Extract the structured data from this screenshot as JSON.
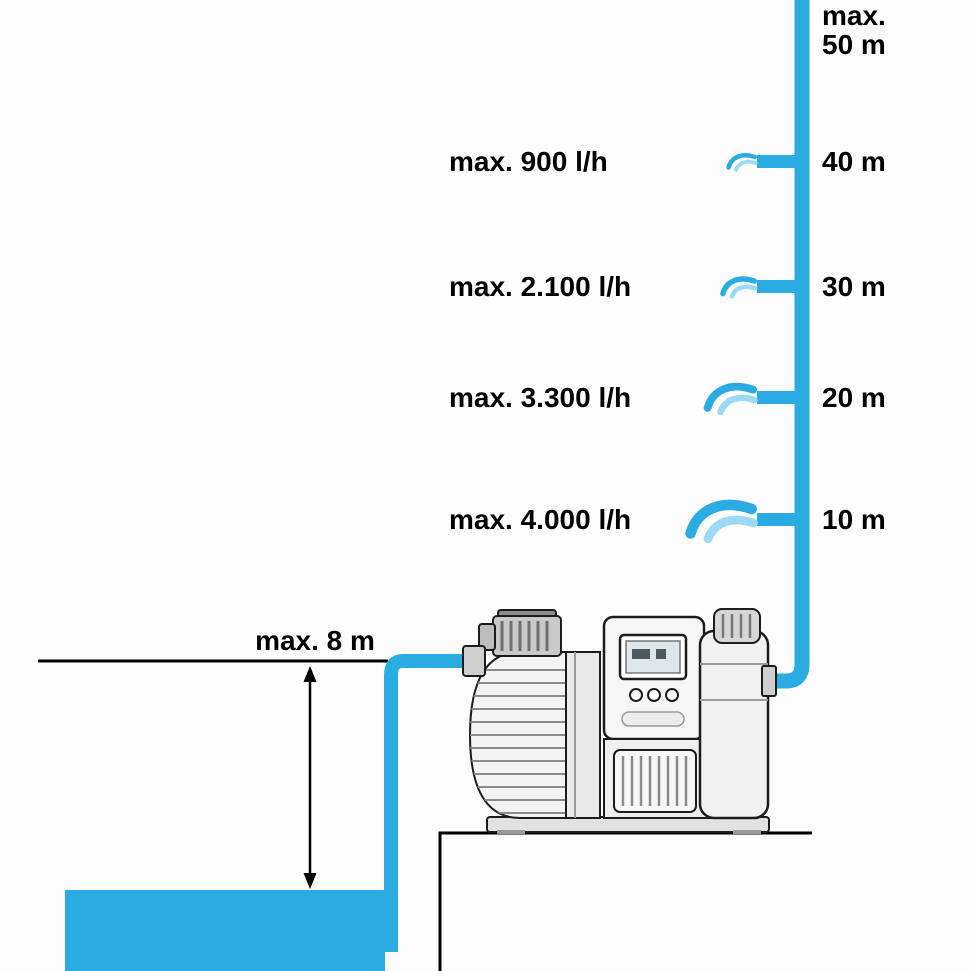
{
  "diagram": {
    "max_head": {
      "line1": "max.",
      "line2": "50 m"
    },
    "levels": [
      {
        "height": "40 m",
        "flow": "max. 900 l/h"
      },
      {
        "height": "30 m",
        "flow": "max. 2.100 l/h"
      },
      {
        "height": "20 m",
        "flow": "max. 3.300 l/h"
      },
      {
        "height": "10 m",
        "flow": "max. 4.000 l/h"
      }
    ],
    "suction_depth_label": "max. 8 m",
    "colors": {
      "pipe_blue": "#2AACE2",
      "spray_light_blue": "#9BD9F4",
      "outline_black": "#000000"
    }
  }
}
